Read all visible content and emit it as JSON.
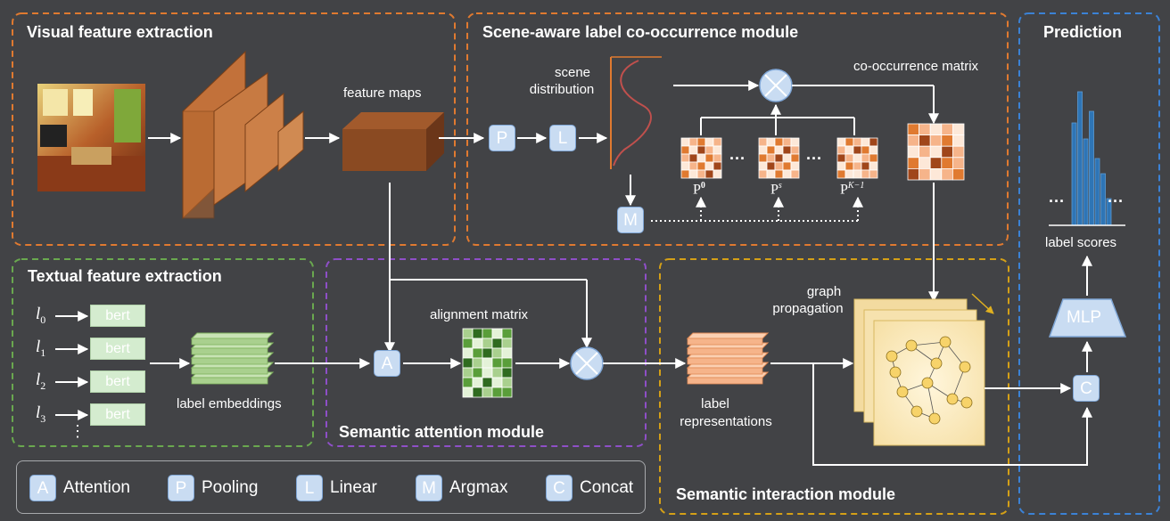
{
  "modules": {
    "visual": "Visual feature extraction",
    "scene": "Scene-aware label co-occurrence module",
    "prediction": "Prediction",
    "textual": "Textual feature extraction",
    "attention": "Semantic attention module",
    "interaction": "Semantic interaction module"
  },
  "labels": {
    "feature_maps": "feature maps",
    "scene_distribution_1": "scene",
    "scene_distribution_2": "distribution",
    "cooccurrence_matrix": "co-occurrence matrix",
    "alignment_matrix": "alignment matrix",
    "label_embeddings": "label embeddings",
    "graph_propagation_1": "graph",
    "graph_propagation_2": "propagation",
    "label_representations_1": "label",
    "label_representations_2": "representations",
    "label_scores": "label scores",
    "mlp": "MLP",
    "p0": "P",
    "p0_sup": "0",
    "ps": "P",
    "ps_sup": "s",
    "pk": "P",
    "pk_sup": "K−1",
    "ellipsis": "···"
  },
  "ops": {
    "P": "P",
    "L": "L",
    "M": "M",
    "A": "A",
    "C": "C"
  },
  "text_inputs": [
    {
      "var": "l",
      "sub": "0",
      "bert": "bert"
    },
    {
      "var": "l",
      "sub": "1",
      "bert": "bert"
    },
    {
      "var": "l",
      "sub": "2",
      "bert": "bert"
    },
    {
      "var": "l",
      "sub": "3",
      "bert": "bert"
    }
  ],
  "legend": [
    {
      "key": "A",
      "text": "Attention"
    },
    {
      "key": "P",
      "text": "Pooling"
    },
    {
      "key": "L",
      "text": "Linear"
    },
    {
      "key": "M",
      "text": "Argmax"
    },
    {
      "key": "C",
      "text": "Concat"
    }
  ],
  "colors": {
    "visual_border": "#e07a30",
    "scene_border": "#e07a30",
    "prediction_border": "#3b82d6",
    "textual_border": "#6aa84f",
    "attention_border": "#8e4fc7",
    "interaction_border": "#d4a017",
    "feature_orange": "#b5672f",
    "label_rep": "#f6b48a",
    "embed_green": "#a9d08e",
    "bar_blue": "#2e75b6",
    "op_square": "#c9dcf2"
  }
}
